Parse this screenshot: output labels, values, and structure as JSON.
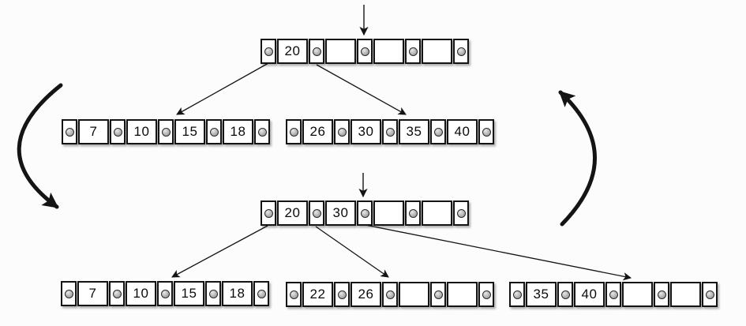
{
  "diagram": {
    "subject": "b-tree-insert-split",
    "ink_color": "#141414",
    "background_color": "#fcfcfc",
    "cell_fill": "#ffffff",
    "pointer_dot_fill": "#9a9a9a"
  },
  "before": {
    "root": [
      "20",
      "",
      "",
      ""
    ],
    "child1": [
      "7",
      "10",
      "15",
      "18"
    ],
    "child2": [
      "26",
      "30",
      "35",
      "40"
    ]
  },
  "after": {
    "root": [
      "20",
      "30",
      "",
      ""
    ],
    "child1": [
      "7",
      "10",
      "15",
      "18"
    ],
    "child2": [
      "22",
      "26",
      "",
      ""
    ],
    "child3": [
      "35",
      "40",
      "",
      ""
    ]
  }
}
